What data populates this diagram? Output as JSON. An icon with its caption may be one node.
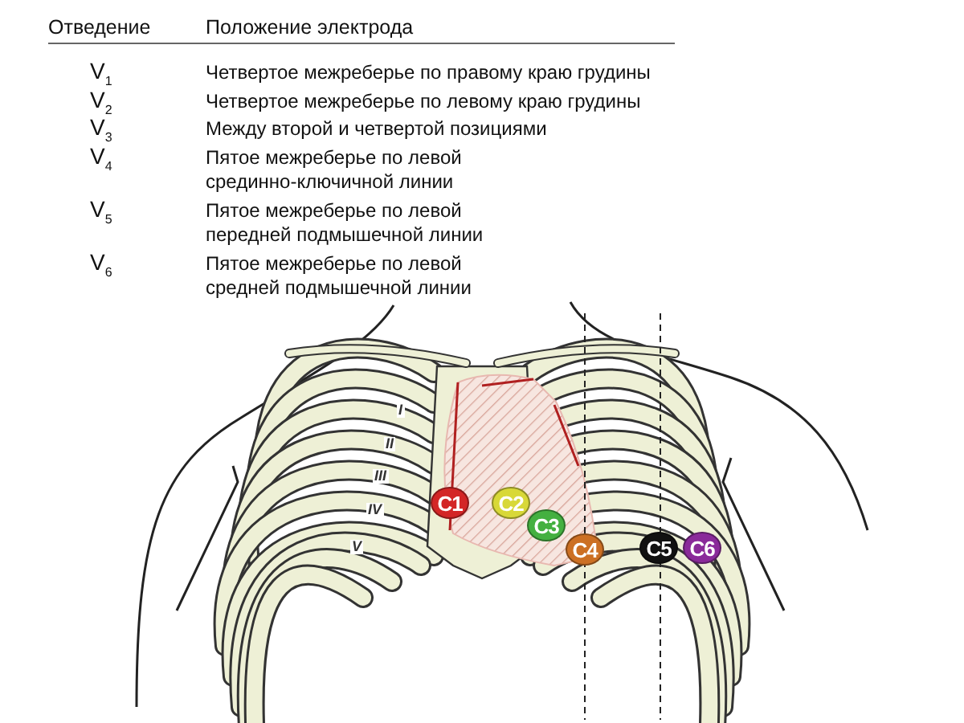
{
  "diagram": {
    "nodes": [
      {
        "text": [
          "C1"
        ]
      },
      {
        "text": [
          "C2"
        ]
      },
      {
        "text": [
          "C3"
        ]
      },
      {
        "text": [
          "C4"
        ]
      },
      {
        "text": [
          "C5"
        ]
      },
      {
        "text": [
          "C6"
        ]
      }
    ],
    "labels": [
      "Отведение",
      "Положение электрода",
      "V$_{1}$",
      "Четвертое межреберье по правому краю грудины",
      "V$_{2}$",
      "Четвертое межреберье по левому краю грудины",
      "V$_{3}$",
      "Между второй и четвертой позициями",
      "V$_{4}$",
      "Пятое межреберье по левой срединно-ключичной линии",
      "V$_{5}$",
      "Пятое межреберье по левой передней подмышечной линии",
      "V$_{6}$",
      "Пятое межреберье по левой средней подмышечной линии",
      "I",
      "II",
      "III",
      "IV",
      "V"
    ]
  }
}
